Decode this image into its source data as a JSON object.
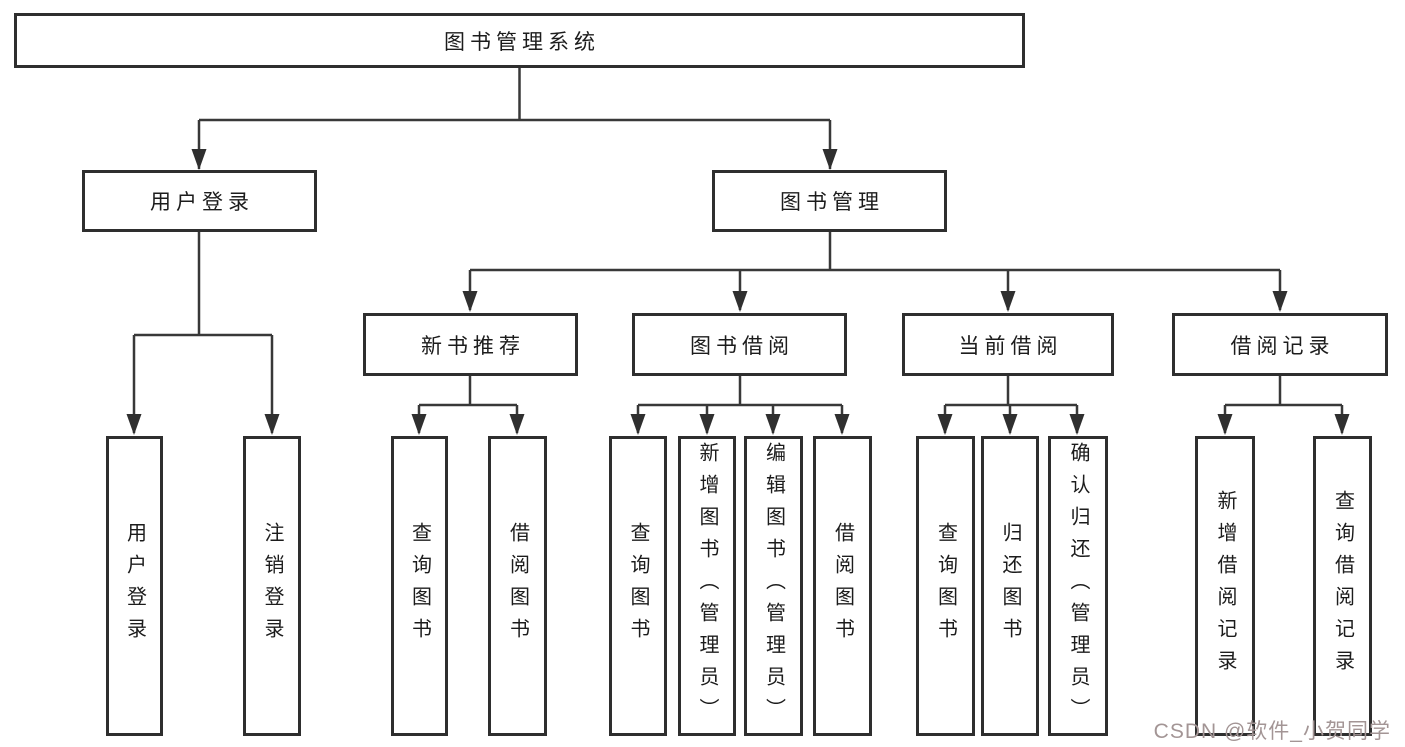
{
  "diagram": {
    "root": "图书管理系统",
    "level2": [
      "用户登录",
      "图书管理"
    ],
    "level3": [
      "新书推荐",
      "图书借阅",
      "当前借阅",
      "借阅记录"
    ],
    "leaves": {
      "user_login": [
        "用户登录",
        "注销登录"
      ],
      "new_book": [
        "查询图书",
        "借阅图书"
      ],
      "book_borrow": [
        "查询图书",
        "新增图书（管理员）",
        "编辑图书（管理员）",
        "借阅图书"
      ],
      "current_borrow": [
        "查询图书",
        "归还图书",
        "确认归还（管理员）"
      ],
      "borrow_record": [
        "新增借阅记录",
        "查询借阅记录"
      ]
    }
  },
  "watermark": "CSDN @软件_小贺同学",
  "colors": {
    "line": "#383838",
    "box_border": "#2e2e2e",
    "text": "#1c1c1c",
    "watermark_text": "#a39595",
    "background": "#ffffff"
  }
}
